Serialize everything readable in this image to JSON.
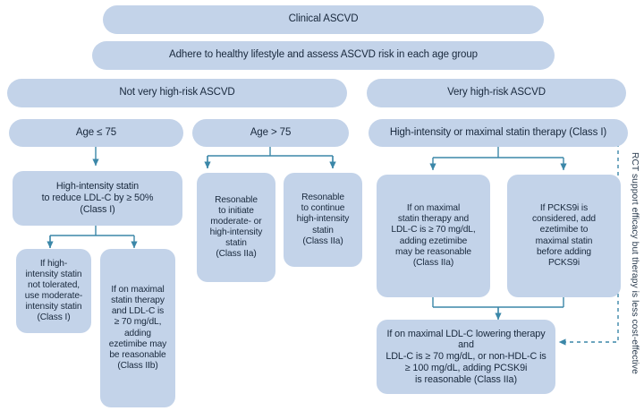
{
  "diagram": {
    "title": "Clinical ASCVD LDL-C management flowchart",
    "accent_color": "#3b87a8",
    "node_fill": "#c3d3e9",
    "text_color": "#18283c",
    "side_note": "RCT support efficacy but therapy is less cost-effective",
    "nodes": {
      "clinical_ascvd": "Clinical ASCVD",
      "adhere": "Adhere to healthy lifestyle and assess ASCVD risk in each age group",
      "not_very_high": "Not very high-risk ASCVD",
      "very_high": "Very high-risk ASCVD",
      "age_le_75": "Age ≤ 75",
      "age_gt_75": "Age > 75",
      "high_or_maximal": "High-intensity or maximal statin therapy (Class I)",
      "high_intensity_statin": "High-intensity statin\nto reduce LDL-C by ≥ 50%\n(Class I)",
      "reasonable_initiate": "Resonable\nto initiate\nmoderate- or\nhigh-intensity\nstatin\n(Class IIa)",
      "reasonable_continue": "Resonable\nto continue\nhigh-intensity\nstatin\n(Class IIa)",
      "not_tolerated": "If high-\nintensity statin\nnot tolerated,\nuse moderate-\nintensity statin\n(Class I)",
      "maximal_ezetimibe_IIb": "If on maximal\nstatin therapy\nand LDL-C is\n≥ 70 mg/dL,\nadding\nezetimibe may\nbe reasonable\n(Class IIb)",
      "maximal_ezetimibe_IIa": "If on maximal\nstatin therapy and\nLDL-C is ≥ 70 mg/dL,\nadding ezetimibe\nmay be reasonable\n(Class IIa)",
      "pcsk9i_considered": "If PCKS9i is\nconsidered, add\nezetimibe to\nmaximal statin\nbefore adding\nPCKS9i",
      "pcsk9i_reasonable": "If on maximal LDL-C lowering therapy and\nLDL-C is ≥ 70 mg/dL, or non-HDL-C is\n≥ 100 mg/dL, adding PCSK9i\nis reasonable (Class IIa)"
    }
  }
}
